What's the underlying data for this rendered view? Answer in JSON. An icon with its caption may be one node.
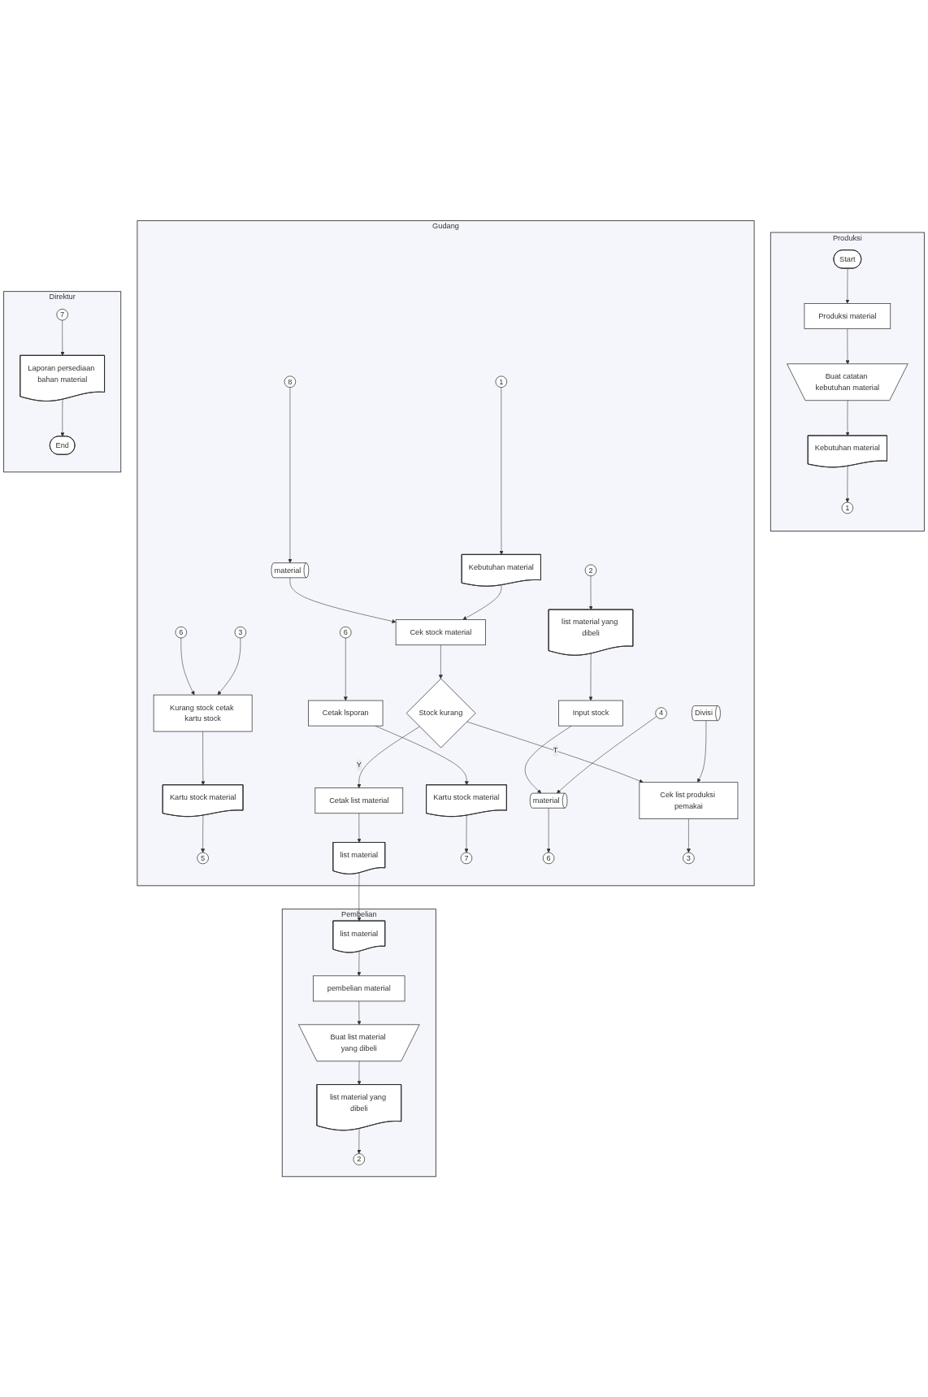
{
  "diagram": {
    "nodes": [
      {
        "text": [
          "Produksi"
        ]
      },
      {
        "text": [
          "Pembelian"
        ]
      },
      {
        "text": [
          "Gudang"
        ]
      },
      {
        "text": [
          "Direktur"
        ]
      },
      {
        "text": [
          "Start"
        ],
        "in": 0
      },
      {
        "text": [
          "Produksi material"
        ],
        "in": 0
      },
      {
        "text": [
          "Buat catatan kebutuhan material"
        ],
        "in": 0
      },
      {
        "text": [
          "Kebutuhan material"
        ],
        "in": 0
      },
      {
        "text": [
          "1"
        ],
        "in": 0
      },
      {
        "text": [
          "list material"
        ],
        "in": 1
      },
      {
        "text": [
          "pembelian material"
        ],
        "in": 1
      },
      {
        "text": [
          "Buat list material yang dibeli"
        ],
        "in": 1
      },
      {
        "text": [
          "list material yang dibeli"
        ],
        "in": 1
      },
      {
        "text": [
          "2"
        ],
        "in": 1
      },
      {
        "text": [
          "1"
        ],
        "in": 2
      },
      {
        "text": [
          "6"
        ],
        "in": 2
      },
      {
        "text": [
          "3"
        ],
        "in": 2
      },
      {
        "text": [
          "8"
        ],
        "in": 2
      },
      {
        "text": [
          "Kebutuhan material"
        ],
        "in": 2
      },
      {
        "text": [
          "Kurang stock cetak kartu stock"
        ],
        "in": 2
      },
      {
        "text": [
          "material"
        ],
        "in": 2
      },
      {
        "text": [
          "Cek stock material"
        ],
        "in": 2
      },
      {
        "text": [
          "Kartu stock material"
        ],
        "in": 2
      },
      {
        "text": [
          "5"
        ],
        "in": 2
      },
      {
        "text": [
          "Stock kurang"
        ],
        "in": 2
      },
      {
        "text": [
          "Cetak list material"
        ],
        "in": 2
      },
      {
        "text": [
          "6"
        ],
        "in": 2
      },
      {
        "text": [
          "Cetak lsporan"
        ],
        "in": 2
      },
      {
        "text": [
          "list material"
        ],
        "in": 2
      },
      {
        "text": [
          "Kartu stock material"
        ],
        "in": 2
      },
      {
        "text": [
          "2"
        ],
        "in": 2
      },
      {
        "text": [
          "7"
        ],
        "in": 2
      },
      {
        "text": [
          "list material yang dibeli"
        ],
        "in": 2
      },
      {
        "text": [
          "Input stock"
        ],
        "in": 2
      },
      {
        "text": [
          "4"
        ],
        "in": 2
      },
      {
        "text": [
          "material"
        ],
        "in": 2
      },
      {
        "text": [
          "6"
        ],
        "in": 2
      },
      {
        "text": [
          "Divisi"
        ],
        "in": 2
      },
      {
        "text": [
          "Cek list produksi pemakai"
        ],
        "in": 2
      },
      {
        "text": [
          "3"
        ],
        "in": 2
      },
      {
        "text": [
          "7"
        ],
        "in": 3
      },
      {
        "text": [
          "Laporan persediaan bahan material"
        ],
        "in": 3
      },
      {
        "text": [
          "End"
        ],
        "in": 3
      }
    ],
    "edges": [
      {
        "from": 4,
        "to": 5,
        "arrow": "to"
      },
      {
        "from": 5,
        "to": 6,
        "arrow": "to"
      },
      {
        "from": 6,
        "to": 7,
        "arrow": "to"
      },
      {
        "from": 7,
        "to": 8,
        "arrow": "to"
      },
      {
        "from": 9,
        "to": 10,
        "arrow": "to"
      },
      {
        "from": 10,
        "to": 11,
        "arrow": "to"
      },
      {
        "from": 11,
        "to": 12,
        "arrow": "to"
      },
      {
        "from": 12,
        "to": 13,
        "arrow": "to"
      },
      {
        "from": 14,
        "to": 18,
        "arrow": "to"
      },
      {
        "from": 17,
        "to": 20,
        "arrow": "to"
      },
      {
        "from": 20,
        "to": 21,
        "arrow": "to"
      },
      {
        "from": 18,
        "to": 21,
        "arrow": "to"
      },
      {
        "from": 21,
        "to": 24,
        "arrow": "to"
      },
      {
        "from": 24,
        "to": 25,
        "label": "Y",
        "arrow": "to"
      },
      {
        "from": 25,
        "to": 28,
        "arrow": "to"
      },
      {
        "from": 28,
        "to": 9,
        "arrow": "to"
      },
      {
        "from": 24,
        "to": 38,
        "label": "T",
        "arrow": "to"
      },
      {
        "from": 15,
        "to": 19,
        "arrow": "to"
      },
      {
        "from": 16,
        "to": 19,
        "arrow": "to"
      },
      {
        "from": 19,
        "to": 22,
        "arrow": "to"
      },
      {
        "from": 22,
        "to": 23,
        "arrow": "to"
      },
      {
        "from": 26,
        "to": 27,
        "arrow": "to"
      },
      {
        "from": 27,
        "to": 29,
        "arrow": "to"
      },
      {
        "from": 29,
        "to": 31,
        "arrow": "to"
      },
      {
        "from": 30,
        "to": 32,
        "arrow": "to"
      },
      {
        "from": 32,
        "to": 33,
        "arrow": "to"
      },
      {
        "from": 33,
        "to": 35,
        "arrow": "to"
      },
      {
        "from": 35,
        "to": 36,
        "arrow": "to"
      },
      {
        "from": 34,
        "to": 35,
        "arrow": "to"
      },
      {
        "from": 37,
        "to": 38,
        "arrow": "to"
      },
      {
        "from": 38,
        "to": 39,
        "arrow": "to"
      },
      {
        "from": 40,
        "to": 41,
        "arrow": "to"
      },
      {
        "from": 41,
        "to": 42,
        "arrow": "to"
      }
    ]
  }
}
